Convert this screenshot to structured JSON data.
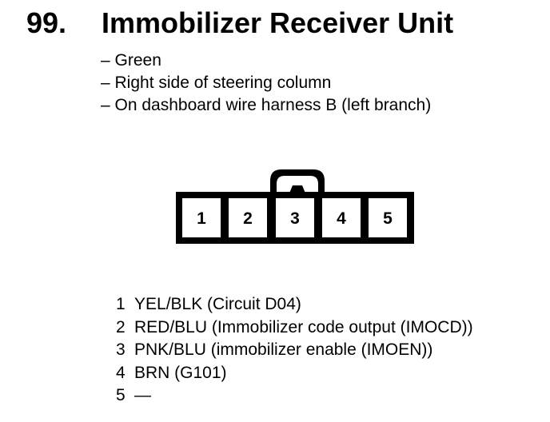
{
  "page": {
    "section_number": "99.",
    "title": "Immobilizer Receiver Unit",
    "notes": [
      "– Green",
      "– Right side of steering column",
      "– On dashboard wire harness B (left branch)"
    ]
  },
  "connector": {
    "type": "5-pin connector face view",
    "pin_labels": [
      "1",
      "2",
      "3",
      "4",
      "5"
    ]
  },
  "pin_legend": {
    "rows": [
      {
        "pin": "1",
        "description": "YEL/BLK (Circuit D04)"
      },
      {
        "pin": "2",
        "description": "RED/BLU (Immobilizer code output (IMOCD))"
      },
      {
        "pin": "3",
        "description": "PNK/BLU (immobilizer enable (IMOEN))"
      },
      {
        "pin": "4",
        "description": "BRN (G101)"
      },
      {
        "pin": "5",
        "description": "—"
      }
    ]
  },
  "colors": {
    "ink": "#000000",
    "paper": "#ffffff"
  }
}
